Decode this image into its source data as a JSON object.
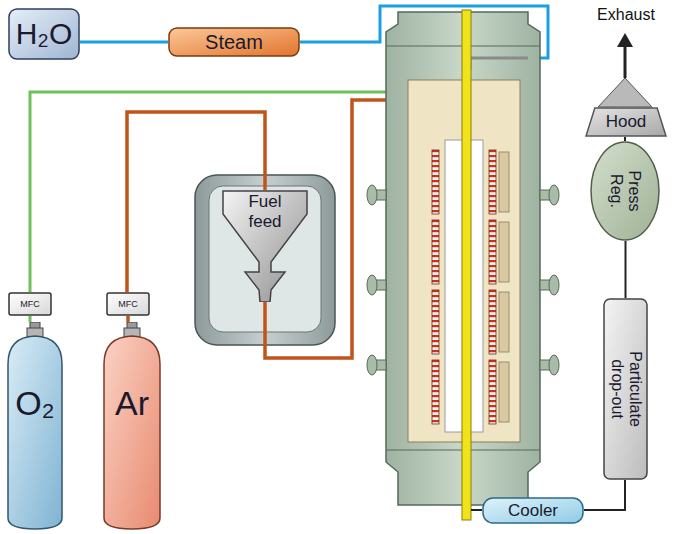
{
  "diagram": {
    "nodes": [
      {
        "text": [
          "H₂O"
        ]
      },
      {
        "text": [
          "Steam"
        ]
      },
      {
        "text": [
          "MFC"
        ]
      },
      {
        "text": [
          "MFC"
        ]
      },
      {
        "text": [
          "O₂"
        ]
      },
      {
        "text": [
          "Ar"
        ]
      },
      {
        "text": [
          "Fuel feed"
        ]
      },
      {
        "text": [
          "Hood"
        ]
      },
      {
        "text": [
          "Press Reg."
        ]
      },
      {
        "text": [
          "Particulate drop-out"
        ]
      },
      {
        "text": [
          "Cooler"
        ]
      }
    ],
    "edges": [
      {
        "from": 0,
        "to": 1,
        "arrow": "none"
      },
      {
        "from": 4,
        "to": 2,
        "arrow": "none"
      },
      {
        "from": 5,
        "to": 3,
        "arrow": "none"
      },
      {
        "from": 3,
        "to": 6,
        "arrow": "none"
      },
      {
        "from": 10,
        "to": 9,
        "arrow": "none"
      },
      {
        "from": 9,
        "to": 8,
        "arrow": "none"
      },
      {
        "from": 8,
        "to": 7,
        "arrow": "none"
      }
    ],
    "labels": [
      "Exhaust"
    ]
  }
}
